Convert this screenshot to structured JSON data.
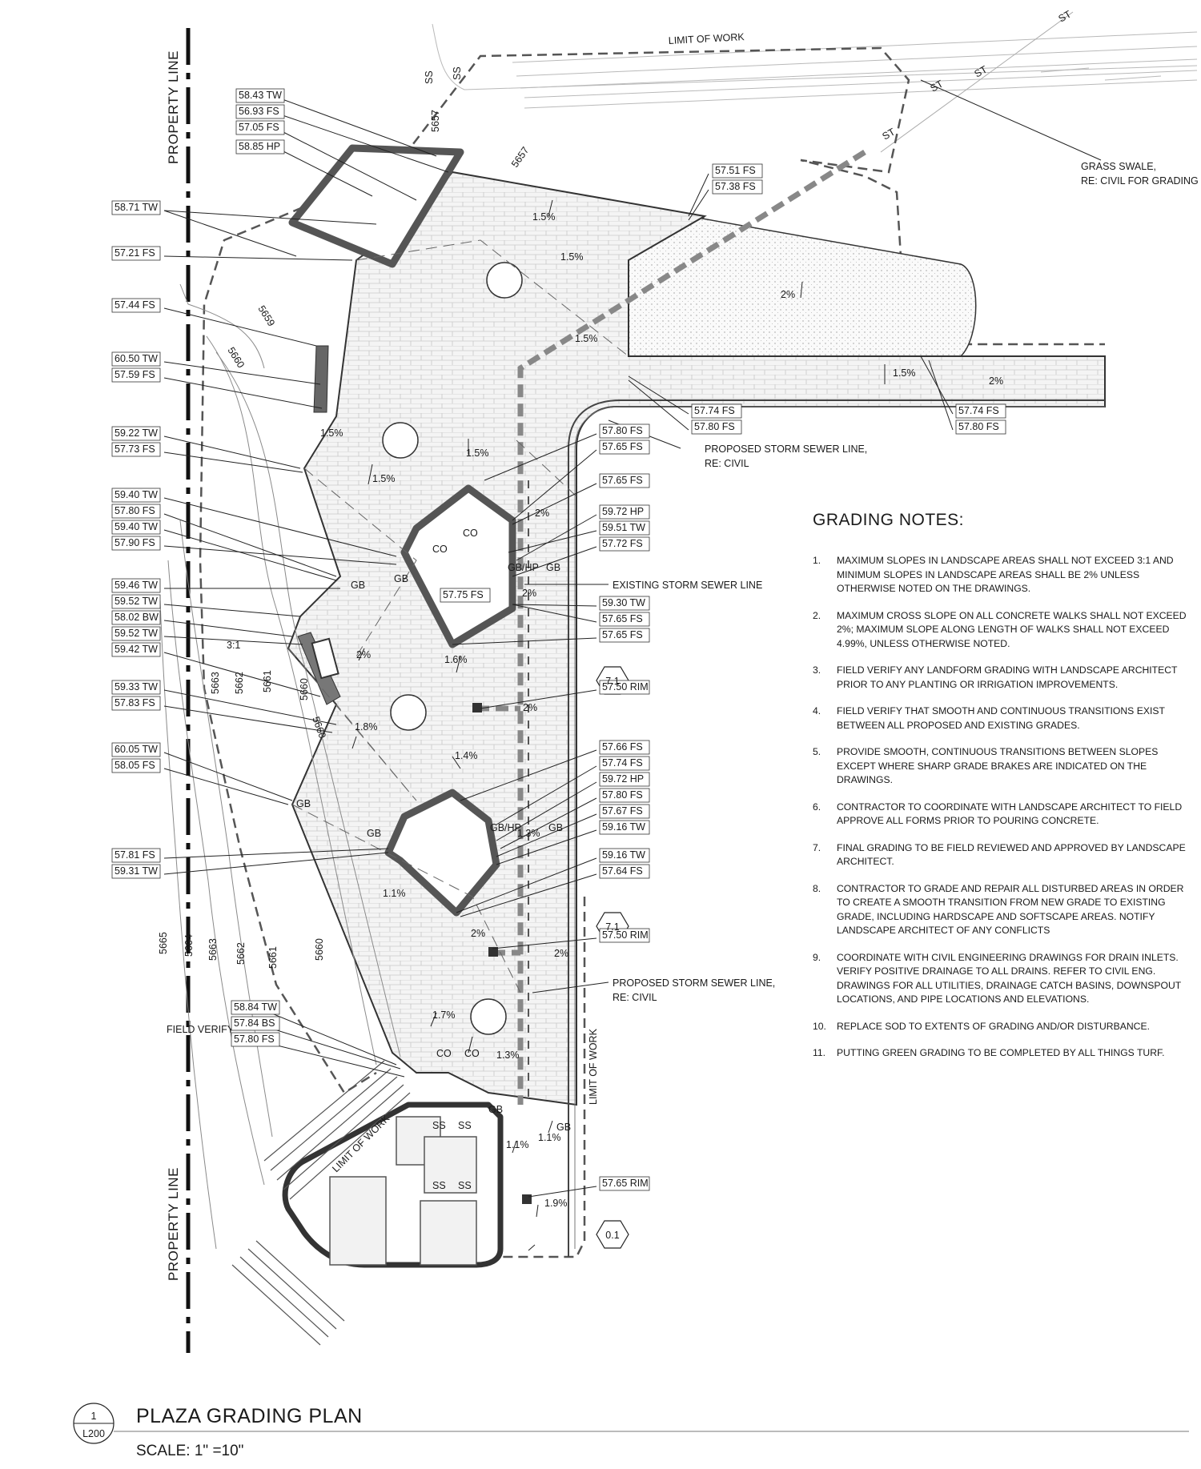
{
  "sheet": {
    "title": "PLAZA GRADING PLAN",
    "scale": "SCALE:  1\" =10\"",
    "detail_number": "1",
    "sheet_ref": "L200"
  },
  "notes": {
    "heading": "GRADING NOTES:",
    "items": [
      {
        "n": "1.",
        "text": "MAXIMUM SLOPES IN LANDSCAPE AREAS SHALL NOT EXCEED 3:1 AND MINIMUM SLOPES  IN LANDSCAPE AREAS SHALL BE 2% UNLESS OTHERWISE NOTED ON THE DRAWINGS."
      },
      {
        "n": "2.",
        "text": "MAXIMUM CROSS SLOPE ON ALL CONCRETE WALKS SHALL NOT EXCEED 2%; MAXIMUM  SLOPE ALONG LENGTH OF WALKS SHALL NOT EXCEED 4.99%, UNLESS OTHERWISE NOTED."
      },
      {
        "n": "3.",
        "text": "FIELD VERIFY ANY LANDFORM GRADING WITH LANDSCAPE ARCHITECT PRIOR TO ANY PLANTING OR IRRIGATION IMPROVEMENTS."
      },
      {
        "n": "4.",
        "text": "FIELD VERIFY THAT SMOOTH AND CONTINUOUS TRANSITIONS EXIST BETWEEN ALL PROPOSED AND EXISTING GRADES."
      },
      {
        "n": "5.",
        "text": "PROVIDE SMOOTH, CONTINUOUS TRANSITIONS BETWEEN SLOPES EXCEPT WHERE SHARP GRADE BRAKES ARE INDICATED ON THE DRAWINGS."
      },
      {
        "n": "6.",
        "text": "CONTRACTOR TO COORDINATE WITH LANDSCAPE ARCHITECT TO FIELD APPROVE ALL FORMS PRIOR TO POURING CONCRETE."
      },
      {
        "n": "7.",
        "text": "FINAL GRADING TO BE FIELD REVIEWED AND APPROVED BY LANDSCAPE ARCHITECT."
      },
      {
        "n": "8.",
        "text": "CONTRACTOR TO GRADE AND REPAIR ALL DISTURBED AREAS IN ORDER TO CREATE A SMOOTH TRANSITION FROM NEW GRADE TO EXISTING GRADE, INCLUDING HARDSCAPE AND SOFTSCAPE AREAS.  NOTIFY LANDSCAPE ARCHITECT OF ANY CONFLICTS"
      },
      {
        "n": "9.",
        "text": "COORDINATE WITH CIVIL ENGINEERING DRAWINGS FOR DRAIN INLETS. VERIFY POSITIVE DRAINAGE TO ALL DRAINS. REFER TO CIVIL ENG. DRAWINGS FOR ALL UTILITIES, DRAINAGE CATCH BASINS, DOWNSPOUT LOCATIONS, AND PIPE LOCATIONS AND ELEVATIONS."
      },
      {
        "n": "10.",
        "text": "REPLACE SOD TO EXTENTS OF GRADING AND/OR DISTURBANCE."
      },
      {
        "n": "11.",
        "text": "PUTTING GREEN GRADING TO BE COMPLETED BY ALL THINGS TURF."
      }
    ]
  },
  "plan": {
    "property_line": "PROPERTY LINE",
    "limit_of_work": "LIMIT OF WORK",
    "grass_swale": [
      "GRASS SWALE,",
      "RE: CIVIL FOR GRADING"
    ],
    "proposed_storm": [
      "PROPOSED STORM SEWER LINE,",
      "RE: CIVIL"
    ],
    "existing_storm": "EXISTING STORM SEWER LINE",
    "field_verify": "FIELD VERIFY",
    "three_to_one": "3:1",
    "left_labels": [
      "58.43  TW",
      "56.93  FS",
      "57.05  FS",
      "58.85  HP",
      "58.71  TW",
      "57.21  FS",
      "57.44  FS",
      "60.50  TW",
      "57.59  FS",
      "59.22  TW",
      "57.73  FS",
      "59.40  TW",
      "57.80  FS",
      "59.40  TW",
      "57.90  FS",
      "59.46  TW",
      "59.52  TW",
      "58.02  BW",
      "59.52  TW",
      "59.42  TW",
      "59.33  TW",
      "57.83  FS",
      "60.05  TW",
      "58.05  FS",
      "57.81  FS",
      "59.31  TW",
      "58.84  TW",
      "57.84  BS",
      "57.80  FS"
    ],
    "right_labels": [
      "57.51  FS",
      "57.38  FS",
      "57.74  FS",
      "57.80  FS",
      "57.74  FS",
      "57.80  FS",
      "57.80  FS",
      "57.65  FS",
      "57.65  FS",
      "59.72  HP",
      "59.51  TW",
      "57.72  FS",
      "59.30  TW",
      "57.65  FS",
      "57.65  FS",
      "57.50  RIM",
      "57.66  FS",
      "57.74  FS",
      "59.72  HP",
      "57.80  FS",
      "57.67  FS",
      "59.16  TW",
      "59.16  TW",
      "57.64  FS",
      "57.50  RIM",
      "57.65  RIM",
      "57.75  FS"
    ],
    "tags": [
      "7.1",
      "7.1",
      "0.1"
    ],
    "slopes": [
      "1.5%",
      "1.5%",
      "2%",
      "1.5%",
      "1.5%",
      "2%",
      "1.5%",
      "1.5%",
      "1.5%",
      "2%",
      "2%",
      "2%",
      "1.6%",
      "2%",
      "1.8%",
      "1.4%",
      "1.3%",
      "1.1%",
      "2%",
      "2%",
      "1.7%",
      "1.3%",
      "1.1%",
      "1.1%",
      "1.9%"
    ],
    "grade_breaks": [
      "GB",
      "GB",
      "GB/HP",
      "GB",
      "GB",
      "GB",
      "GB/HP",
      "GB",
      "GB",
      "GB"
    ],
    "contours": [
      "5657",
      "5657",
      "5659",
      "5660",
      "5660",
      "5661",
      "5662",
      "5663",
      "5660",
      "5661",
      "5662",
      "5663",
      "5664",
      "5665",
      "5660"
    ],
    "utility_marks": [
      "SS",
      "SS",
      "ST",
      "ST",
      "ST",
      "ST",
      "SS",
      "SS",
      "SS",
      "SS",
      "CO",
      "CO",
      "CO",
      "CO"
    ]
  }
}
